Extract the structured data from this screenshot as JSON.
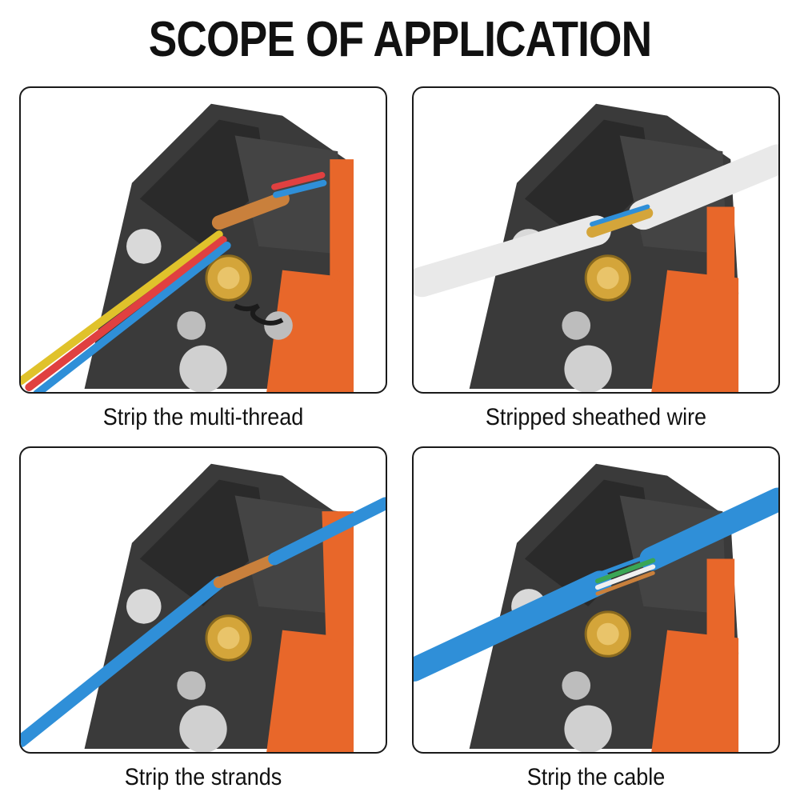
{
  "title": "SCOPE OF APPLICATION",
  "panels": [
    {
      "caption": "Strip the multi-thread",
      "wire": "multi-thread"
    },
    {
      "caption": "Stripped sheathed wire",
      "wire": "sheathed"
    },
    {
      "caption": "Strip the strands",
      "wire": "strands"
    },
    {
      "caption": "Strip the cable",
      "wire": "cable"
    }
  ],
  "colors": {
    "tool_body": "#3a3a3a",
    "tool_dark": "#2a2a2a",
    "tool_orange": "#e8672a",
    "knob_gold": "#d4a53a",
    "wire_blue": "#2f8fd8",
    "copper": "#c9803c",
    "sheath_white": "#e9e9e9"
  }
}
